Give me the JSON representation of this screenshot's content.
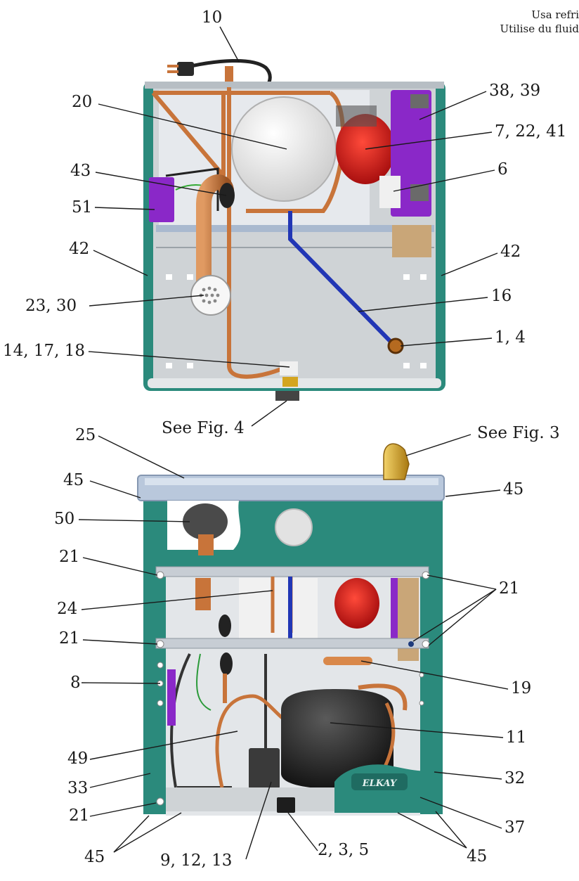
{
  "corner_text": [
    "Usa refri",
    "Utilise du fluid"
  ],
  "brand": "ELKAY",
  "callouts_top": [
    "10",
    "20",
    "38, 39",
    "7, 22, 41",
    "43",
    "6",
    "51",
    "42",
    "42",
    "23, 30",
    "16",
    "14, 17, 18",
    "1, 4",
    "See Fig. 4"
  ],
  "callouts_bottom": [
    "25",
    "See Fig. 3",
    "45",
    "45",
    "50",
    "21",
    "21",
    "24",
    "21",
    "8",
    "19",
    "11",
    "49",
    "33",
    "32",
    "21",
    "37",
    "45",
    "9, 12, 13",
    "2, 3, 5",
    "45"
  ],
  "colors": {
    "cabinet_teal": "#2b8a7c",
    "interior_gray": "#cfd3d6",
    "copper": "#c8743a",
    "tank_white": "#f2f2f2",
    "fan_red": "#d92222",
    "purple_box": "#8a28c8",
    "blue_line": "#2136b5",
    "compressor_black": "#2a2a2a",
    "tray_blue": "#b9c8dc",
    "bubbler_gold": "#d4a520"
  }
}
